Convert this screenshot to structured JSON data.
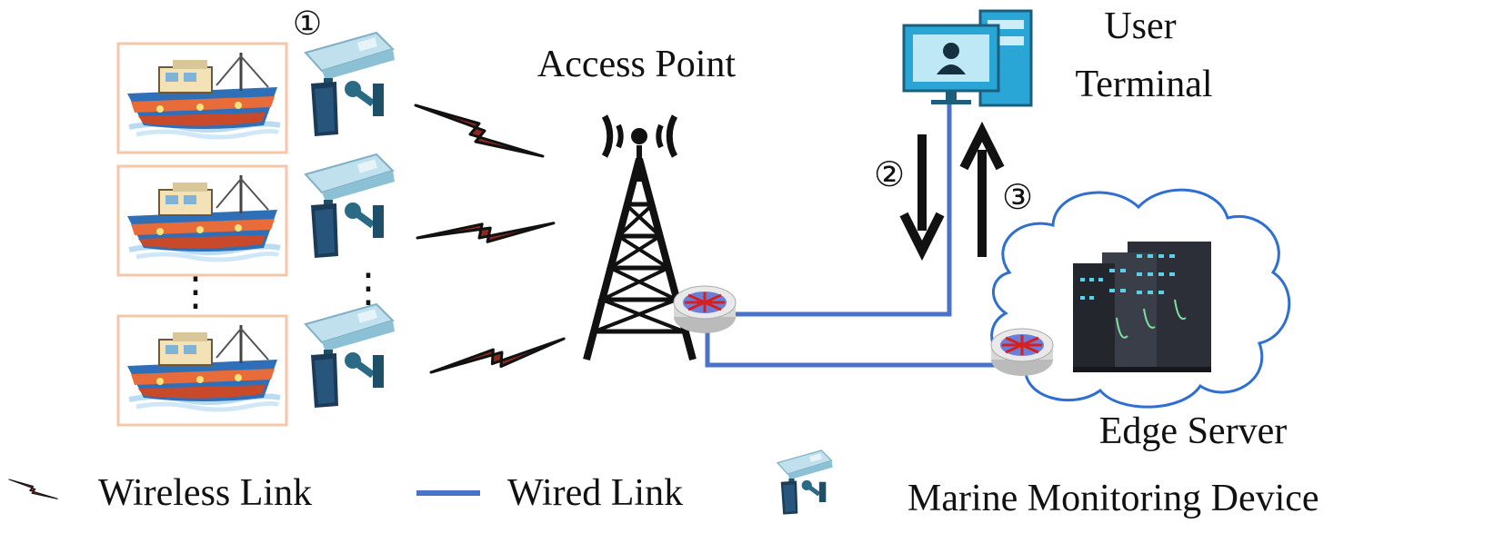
{
  "labels": {
    "access_point": "Access Point",
    "user_terminal_line1": "User",
    "user_terminal_line2": "Terminal",
    "edge_server": "Edge Server",
    "step1": "①",
    "step2": "②",
    "step3": "③",
    "dots_boats": "⋮",
    "dots_cams": "⋮"
  },
  "legend": {
    "wireless": "Wireless Link",
    "wired": "Wired Link",
    "device": "Marine Monitoring Device"
  },
  "colors": {
    "wired_link": "#4a72c8",
    "wireless_bolt": "#8b2a20",
    "boat_frame": "#f4c7a8",
    "terminal_blue": "#2aa6d6",
    "cloud_stroke": "#2f6fd0"
  }
}
